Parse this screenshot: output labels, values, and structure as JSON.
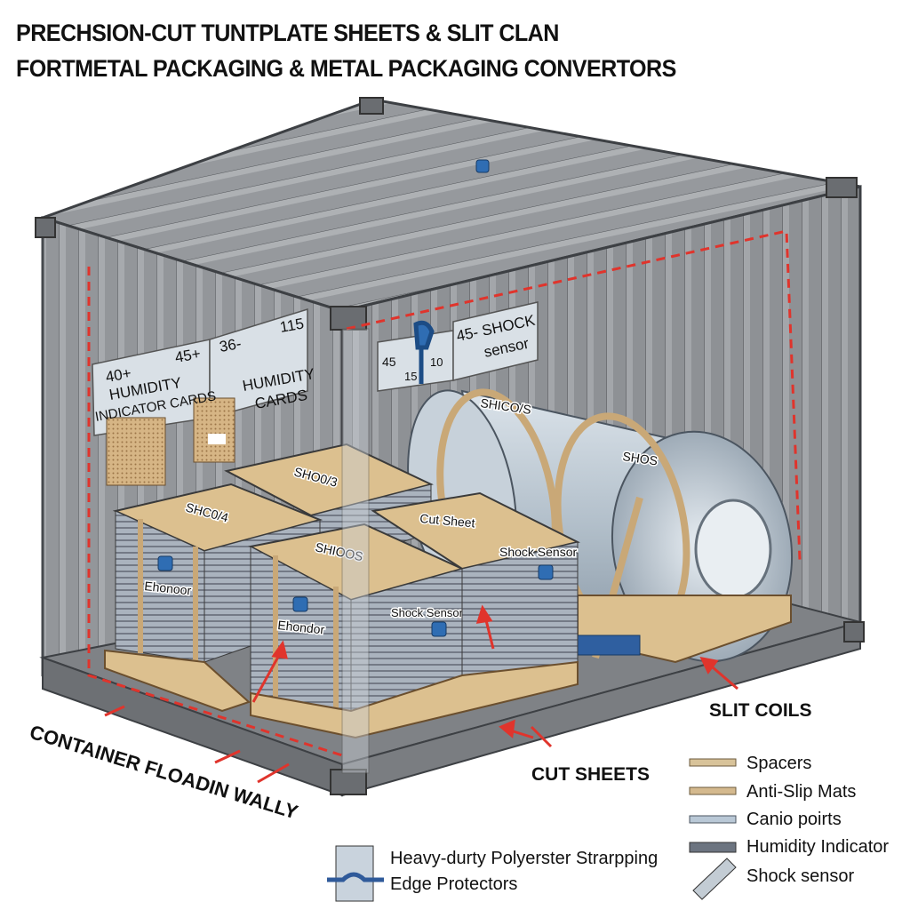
{
  "title": {
    "line1": "PRECHSION-CUT TUNTPLATE SHEETS  & SLIT CLAN",
    "line2": "FORTMETAL PACKAGING & METAL PACKAGING CONVERTORS"
  },
  "cards": {
    "card1_num1": "40+",
    "card1_num2": "45+",
    "card1_text1": "HUMIDITY",
    "card1_text2": "INDICATOR CARDS",
    "card2_num1": "36-",
    "card2_num2": "115",
    "card2_text1": "HUMIDITY",
    "card2_text2": "CARDS",
    "card3_num1": "45",
    "card3_num2": "15",
    "card3_num3": "10",
    "card4_text1": "45- SHOCK",
    "card4_text2": "sensor"
  },
  "tags": {
    "coil1": "SHICO/S",
    "coil2": "SHOS",
    "stack1": "SHC0/4",
    "stack2": "SHO0/3",
    "stack3": "SHIOOS",
    "stack4": "Cut Sheet",
    "stack5": "Shock Sensor",
    "stack6": "Shock Sensor",
    "side1": "Ehonoor",
    "side2": "Ehondor"
  },
  "callouts": {
    "slit_coils": "SLIT COILS",
    "cut_sheets": "CUT SHEETS",
    "container_floor": "CONTAINER FLOADIN WALLY"
  },
  "legend": {
    "items": [
      {
        "label": "Spacers",
        "color": "#d8c39a"
      },
      {
        "label": "Anti-Slip Mats",
        "color": "#d4b98e"
      },
      {
        "label": "Canio poirts",
        "color": "#b9c8d6"
      },
      {
        "label": "Humidity Indicator",
        "color": "#6c7480"
      },
      {
        "label": "Shock sensor",
        "color": "#c3ccd4"
      }
    ],
    "strapping": "Heavy-durty Polyerster Strarpping",
    "edge": "Edge Protectors"
  },
  "colors": {
    "container": "#8f9296",
    "container_dark": "#6d7074",
    "wood": "#dcc08f",
    "sheet": "#a9b2bd",
    "arrow": "#e0342c",
    "sensor": "#2f6db3"
  }
}
